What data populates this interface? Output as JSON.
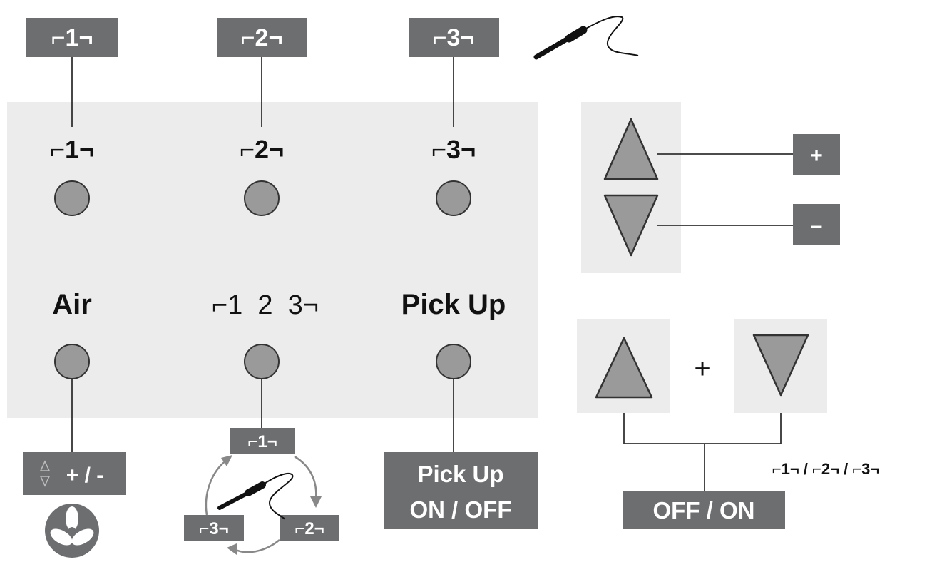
{
  "top_tags": [
    "⌐1¬",
    "⌐2¬",
    "⌐3¬"
  ],
  "preset_labels": [
    "⌐1¬",
    "⌐2¬",
    "⌐3¬"
  ],
  "air_label": "Air",
  "select_label": "⌐1  2  3¬",
  "pickup_label": "Pick Up",
  "air_tag": "+ / -",
  "cycle_tags": [
    "⌐1¬",
    "⌐2¬",
    "⌐3¬"
  ],
  "pickup_tag": {
    "line1": "Pick Up",
    "line2": "ON / OFF"
  },
  "plus_tag": "+",
  "minus_tag": "–",
  "combo_plus": "+",
  "preset_list": "⌐1¬ / ⌐2¬ / ⌐3¬",
  "offon_tag": "OFF / ON",
  "colors": {
    "panel": "#ececec",
    "tag": "#6d6e70",
    "led": "#9a9a9a"
  },
  "icons": [
    "soldering-iron-icon",
    "fan-icon",
    "arrow-up-icon",
    "arrow-down-icon",
    "up-down-arrows-icon",
    "cycle-arrows-icon"
  ]
}
